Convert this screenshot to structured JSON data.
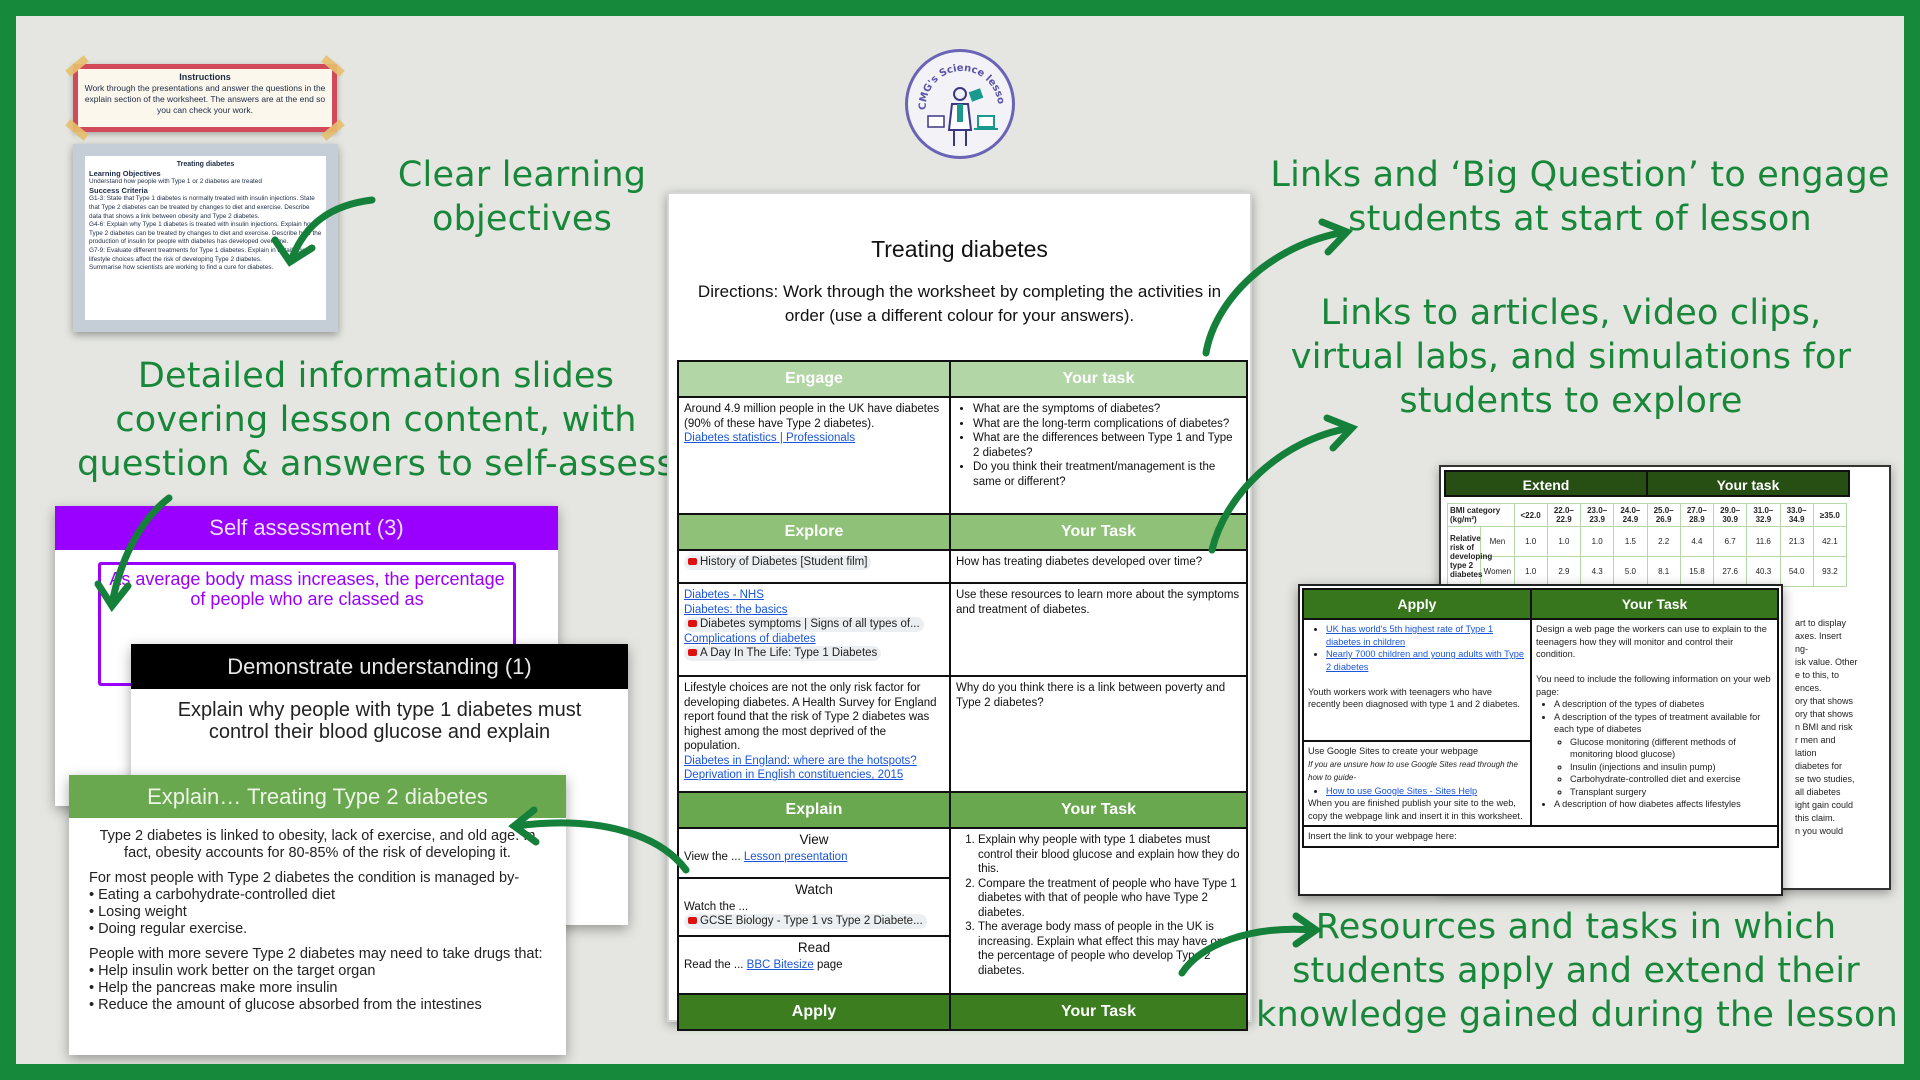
{
  "colors": {
    "frame": "#17893a",
    "background": "#e5e6e1",
    "callout_text": "#18873a",
    "engage": "#b3d6a6",
    "explore": "#8fc178",
    "explain": "#6aa84f",
    "apply": "#3b7d1f",
    "extend": "#274e13",
    "self_assessment": "#9a00ff",
    "link": "#1a56db"
  },
  "callouts": {
    "objectives": [
      "Clear learning",
      "objectives"
    ],
    "slides": [
      "Detailed information slides",
      "covering lesson content, with",
      "question & answers to self-assess"
    ],
    "big_question": [
      "Links and ‘Big Question’ to engage",
      "students at start of lesson"
    ],
    "links": [
      "Links to articles, video clips,",
      "virtual labs, and simulations for",
      "students to explore"
    ],
    "resources": [
      "Resources and tasks in which",
      "students apply and extend their",
      "knowledge gained during the lesson"
    ]
  },
  "logo": {
    "text": "CMG's Science lessons"
  },
  "instructions": {
    "title": "Instructions",
    "body": "Work through the presentations and answer the questions in the explain section of the worksheet. The answers are at the end so you can check your work."
  },
  "objectives_card": {
    "title": "Treating diabetes",
    "lo_heading": "Learning Objectives",
    "lo": "Understand how people with Type 1 or 2 diabetes are treated",
    "sc_heading": "Success Criteria",
    "criteria": [
      "G1-3: State that Type 1 diabetes is normally treated with insulin injections. State that Type 2 diabetes can be treated by changes to diet and exercise. Describe data that shows a link between obesity and Type 2 diabetes.",
      "G4-6: Explain why Type 1 diabetes is treated with insulin injections. Explain how Type 2 diabetes can be treated by changes to diet and exercise. Describe how the production of insulin for people with diabetes has developed over time.",
      "G7-9: Evaluate different treatments for Type 1 diabetes. Explain in detail how lifestyle choices affect the risk of developing Type 2 diabetes.",
      "Summarise how scientists are working to find a cure for diabetes."
    ]
  },
  "self_assessment": {
    "title": "Self assessment (3)",
    "text": "As average body mass increases, the percentage of people who are classed as"
  },
  "demonstrate": {
    "title": "Demonstrate understanding (1)",
    "text": "Explain why people with type 1 diabetes must control their blood glucose and explain"
  },
  "explain_slide": {
    "title": "Explain…  Treating Type 2 diabetes",
    "intro": "Type 2 diabetes is linked to obesity, lack of exercise, and old age. In fact, obesity accounts for 80-85% of the risk of developing it.",
    "managed_heading": "For most people with Type 2 diabetes the condition is managed by-",
    "managed": [
      "Eating a carbohydrate-controlled diet",
      "Losing weight",
      "Doing regular exercise."
    ],
    "drugs_heading": "People with more severe Type 2 diabetes may need to take drugs that:",
    "drugs": [
      "Help insulin work better on the target organ",
      "Help the pancreas make more insulin",
      "Reduce the amount of glucose absorbed from the intestines"
    ]
  },
  "worksheet": {
    "title": "Treating diabetes",
    "directions": "Directions: Work through the worksheet by completing the activities in order (use a different colour for your answers).",
    "engage": {
      "header": "Engage",
      "task_header": "Your task",
      "text": "Around 4.9 million people in the UK have diabetes (90% of these have Type 2 diabetes).",
      "link": "Diabetes statistics | Professionals",
      "tasks": [
        "What are the symptoms of diabetes?",
        "What are the long-term complications of diabetes?",
        "What are the differences between Type 1 and Type 2 diabetes?",
        "Do you think their treatment/management is the same or different?"
      ]
    },
    "explore": {
      "header": "Explore",
      "task_header": "Your Task",
      "video1": "History of Diabetes [Student film]",
      "task1": "How has treating diabetes developed over time?",
      "link_nhs": "Diabetes - NHS",
      "link_basics": "Diabetes: the basics",
      "video2": "Diabetes symptoms | Signs of all types of...",
      "link_complications": "Complications of diabetes",
      "video3": "A Day In The Life: Type 1 Diabetes",
      "task2": "Use these resources to learn more about the symptoms and treatment of diabetes.",
      "poverty_text": "Lifestyle choices are not the only risk factor for developing diabetes. A Health Survey for England report found that the risk of Type 2 diabetes was highest among the most deprived of the population.",
      "link_hotspots": "Diabetes in England: where are the hotspots?",
      "link_deprivation": "Deprivation in English constituencies, 2015",
      "task3": "Why do you think there is a link between poverty and Type 2 diabetes?"
    },
    "explain": {
      "header": "Explain",
      "task_header": "Your Task",
      "view_label": "View",
      "view_prefix": "View the ...",
      "view_link": "Lesson presentation",
      "watch_label": "Watch",
      "watch_prefix": "Watch the ...",
      "watch_video": "GCSE Biology - Type 1 vs Type 2 Diabete...",
      "read_label": "Read",
      "read_prefix": "Read the ...",
      "read_link": "BBC Bitesize",
      "read_suffix": " page",
      "tasks": [
        "Explain why people with type 1 diabetes must control their blood glucose and explain how they do this.",
        "Compare the treatment of people who have Type 1 diabetes with that of people who have Type 2 diabetes.",
        "The average body mass of people in the UK is increasing. Explain what effect this may have on the percentage of people who develop Type 2 diabetes."
      ]
    },
    "apply": {
      "header": "Apply",
      "task_header": "Your Task"
    }
  },
  "extend_card": {
    "header": "Extend",
    "task_header": "Your task",
    "table": {
      "category_label": "BMI category (kg/m²)",
      "categories": [
        "<22.0",
        "22.0–22.9",
        "23.0–23.9",
        "24.0–24.9",
        "25.0–26.9",
        "27.0–28.9",
        "29.0–30.9",
        "31.0–32.9",
        "33.0–34.9",
        "≥35.0"
      ],
      "risk_label": "Relative risk of developing type 2 diabetes",
      "rows": [
        {
          "label": "Men",
          "values": [
            "1.0",
            "1.0",
            "1.0",
            "1.5",
            "2.2",
            "4.4",
            "6.7",
            "11.6",
            "21.3",
            "42.1"
          ]
        },
        {
          "label": "Women",
          "values": [
            "1.0",
            "2.9",
            "4.3",
            "5.0",
            "8.1",
            "15.8",
            "27.6",
            "40.3",
            "54.0",
            "93.2"
          ]
        }
      ]
    },
    "fragments": [
      "art to display",
      "axes. Insert",
      "ng-",
      "isk value. Other",
      "e to this, to",
      "ences.",
      "ory that shows",
      "ory that shows",
      "n BMI and risk",
      "r men and",
      "lation",
      "diabetes for",
      "se two studies,",
      "all diabetes",
      "ight gain could",
      "this claim.",
      "n you would"
    ]
  },
  "apply_card": {
    "header": "Apply",
    "task_header": "Your Task",
    "links": [
      "UK has world's 5th highest rate of Type 1 diabetes in children",
      "Nearly 7000 children and young adults with Type 2 diabetes"
    ],
    "scenario": "Youth workers work with teenagers who have recently been diagnosed with type 1 and 2 diabetes.",
    "sites_text": "Use Google Sites to create your webpage",
    "sites_hint": "If you are unsure how to use Google Sites read through the how to guide-",
    "sites_link": "How to use Google Sites - Sites Help",
    "publish": "When you are finished publish your site to the web, copy the webpage link and insert it in this worksheet.",
    "task_intro": "Design a web page the workers can use to explain to the teenagers how they will monitor and control their condition.",
    "include_heading": "You need to include the following information on your web page:",
    "include": [
      "A description of the types of diabetes",
      "A description of the types of treatment available for each type of diabetes"
    ],
    "treatments": [
      "Glucose monitoring (different methods of monitoring blood glucose)",
      "Insulin (injections and insulin pump)",
      "Carbohydrate-controlled diet and exercise",
      "Transplant surgery"
    ],
    "include_last": "A description of how diabetes affects lifestyles",
    "insert_link": "Insert the link to your webpage here:"
  }
}
